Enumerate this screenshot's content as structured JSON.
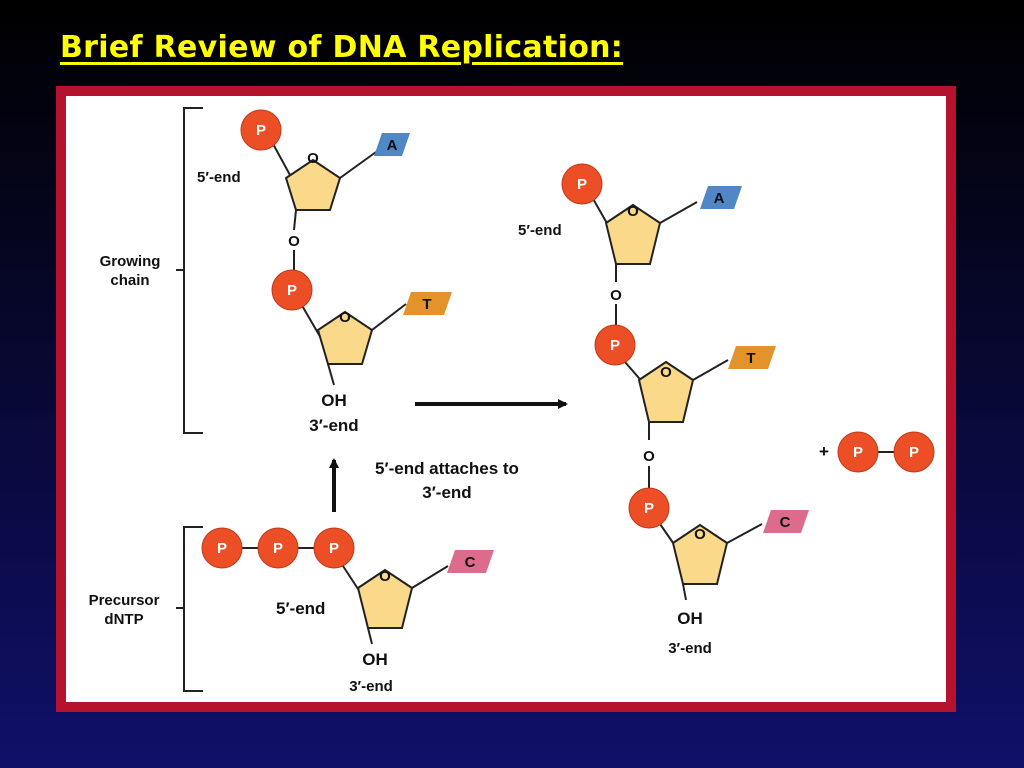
{
  "slide": {
    "title": "Brief Review of DNA Replication:"
  },
  "labels": {
    "growing_chain": [
      "Growing",
      "chain"
    ],
    "precursor": [
      "Precursor",
      "dNTP"
    ],
    "five_end": "5′-end",
    "three_end": "3′-end",
    "oh": "OH",
    "o": "O",
    "p": "P",
    "plus": "+",
    "attach_note": [
      "5′-end attaches to",
      "3′-end"
    ]
  },
  "bases": {
    "a": "A",
    "t": "T",
    "c": "C"
  },
  "colors": {
    "phosphate": "#ec4f25",
    "phosphate_stroke": "#c0391a",
    "sugar": "#fbd98a",
    "sugar_stroke": "#222222",
    "base_a": "#4f87c7",
    "base_t": "#e4932c",
    "base_c": "#dd6b8c",
    "frame": "#b5122e",
    "title": "#ffff00"
  }
}
